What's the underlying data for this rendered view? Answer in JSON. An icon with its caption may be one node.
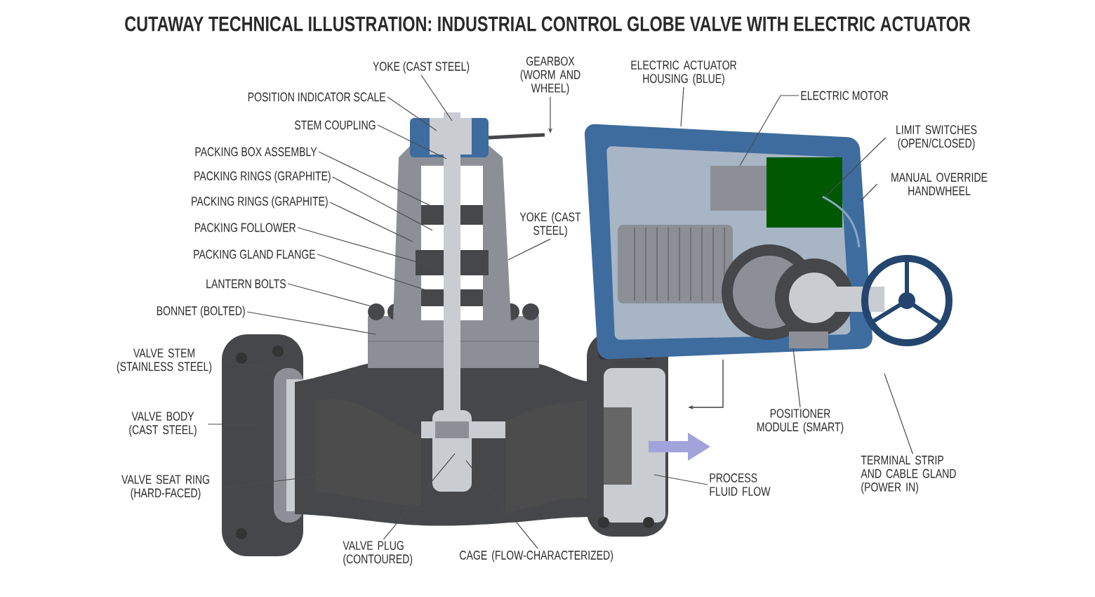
{
  "diagram": {
    "title": "CUTAWAY TECHNICAL ILLUSTRATION: INDUSTRIAL CONTROL GLOBE VALVE WITH ELECTRIC ACTUATOR",
    "nodes": [
      {
        "text": [
          "YOKE (CAST STEEL)"
        ]
      },
      {
        "text": [
          "POSITION INDICATOR SCALE"
        ]
      },
      {
        "text": [
          "STEM COUPLING"
        ]
      },
      {
        "text": [
          "PACKING BOX ASSEMBLY"
        ]
      },
      {
        "text": [
          "PACKING RINGS (GRAPHITE)"
        ]
      },
      {
        "text": [
          "PACKING RINGS (GRAPHITE)"
        ]
      },
      {
        "text": [
          "PACKING FOLLOWER"
        ]
      },
      {
        "text": [
          "PACKING GLAND FLANGE"
        ]
      },
      {
        "text": [
          "LANTERN BOLTS"
        ]
      },
      {
        "text": [
          "BONNET (BOLTED)"
        ]
      },
      {
        "text": [
          "VALVE STEM (STAINLESS STEEL)"
        ]
      },
      {
        "text": [
          "VALVE BODY (CAST STEEL)"
        ]
      },
      {
        "text": [
          "VALVE SEAT RING (HARD-FACED)"
        ]
      },
      {
        "text": [
          "YOKE (CAST STEEL)"
        ]
      },
      {
        "text": [
          "GEARBOX (WORM AND WHEEL)"
        ]
      },
      {
        "text": [
          "ELECTRIC ACTUATOR HOUSING (BLUE)"
        ]
      },
      {
        "text": [
          "ELECTRIC MOTOR"
        ]
      },
      {
        "text": [
          "LIMIT SWITCHES (OPEN/CLOSED)"
        ]
      },
      {
        "text": [
          "MANUAL OVERRIDE HANDWHEEL"
        ]
      },
      {
        "text": [
          "POSITIONER MODULE (SMART)"
        ]
      },
      {
        "text": [
          "TERMINAL STRIP AND CABLE GLAND (POWER IN)"
        ]
      },
      {
        "text": [
          "PROCESS FLUID FLOW"
        ]
      },
      {
        "text": [
          "VALVE PLUG (CONTOURED)"
        ]
      },
      {
        "text": [
          "CAGE (FLOW-CHARACTERIZED)"
        ]
      }
    ],
    "edges": [
      {
        "from": 0,
        "to": null,
        "arrow": "none"
      },
      {
        "from": 1,
        "to": null,
        "arrow": "none"
      },
      {
        "from": 2,
        "to": null,
        "arrow": "none"
      },
      {
        "from": 3,
        "to": null,
        "arrow": "none"
      },
      {
        "from": 4,
        "to": null,
        "arrow": "none"
      },
      {
        "from": 5,
        "to": null,
        "arrow": "none"
      },
      {
        "from": 6,
        "to": null,
        "arrow": "none"
      },
      {
        "from": 7,
        "to": null,
        "arrow": "none"
      },
      {
        "from": 8,
        "to": null,
        "arrow": "none"
      },
      {
        "from": 9,
        "to": null,
        "arrow": "none"
      },
      {
        "from": 10,
        "to": null,
        "arrow": "none"
      },
      {
        "from": 11,
        "to": null,
        "arrow": "none"
      },
      {
        "from": 12,
        "to": null,
        "arrow": "none"
      },
      {
        "from": 13,
        "to": null,
        "arrow": "none"
      },
      {
        "from": 14,
        "to": null,
        "arrow": "to"
      },
      {
        "from": 15,
        "to": null,
        "arrow": "none"
      },
      {
        "from": 16,
        "to": null,
        "arrow": "none"
      },
      {
        "from": 17,
        "to": null,
        "arrow": "none"
      },
      {
        "from": 18,
        "to": null,
        "arrow": "none"
      },
      {
        "from": 19,
        "to": null,
        "arrow": "none"
      },
      {
        "from": 20,
        "to": null,
        "arrow": "none"
      },
      {
        "from": 21,
        "to": null,
        "arrow": "none"
      },
      {
        "from": 22,
        "to": null,
        "arrow": "none"
      },
      {
        "from": 23,
        "to": null,
        "arrow": "none"
      }
    ]
  }
}
